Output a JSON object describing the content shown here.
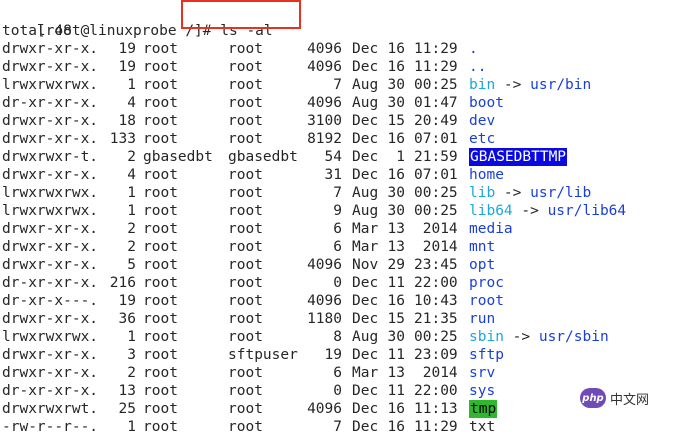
{
  "prompt": "[root@linuxprobe /]#",
  "command": " ls -al",
  "total": "total 48",
  "colors": {
    "directory": "#1a3fd9",
    "symlink": "#1aa9d6",
    "sticky_bg": "#0a0ae0",
    "tmp_bg": "#2eb82e",
    "highlight_box": "#e8321f"
  },
  "entries": [
    {
      "perm": "drwxr-xr-x.",
      "links": "19",
      "owner": "root",
      "group": "root",
      "size": "4096",
      "month": "Dec",
      "day": "16",
      "time": "11:29",
      "name": "."
    },
    {
      "perm": "drwxr-xr-x.",
      "links": "19",
      "owner": "root",
      "group": "root",
      "size": "4096",
      "month": "Dec",
      "day": "16",
      "time": "11:29",
      "name": ".."
    },
    {
      "perm": "lrwxrwxrwx.",
      "links": "1",
      "owner": "root",
      "group": "root",
      "size": "7",
      "month": "Aug",
      "day": "30",
      "time": "00:25",
      "name": "bin",
      "target": "usr/bin"
    },
    {
      "perm": "dr-xr-xr-x.",
      "links": "4",
      "owner": "root",
      "group": "root",
      "size": "4096",
      "month": "Aug",
      "day": "30",
      "time": "01:47",
      "name": "boot"
    },
    {
      "perm": "drwxr-xr-x.",
      "links": "18",
      "owner": "root",
      "group": "root",
      "size": "3100",
      "month": "Dec",
      "day": "15",
      "time": "20:49",
      "name": "dev"
    },
    {
      "perm": "drwxr-xr-x.",
      "links": "133",
      "owner": "root",
      "group": "root",
      "size": "8192",
      "month": "Dec",
      "day": "16",
      "time": "07:01",
      "name": "etc"
    },
    {
      "perm": "drwxrwxr-t.",
      "links": "2",
      "owner": "gbasedbt",
      "group": "gbasedbt",
      "size": "54",
      "month": "Dec",
      "day": "1",
      "time": "21:59",
      "name": "GBASEDBTTMP"
    },
    {
      "perm": "drwxr-xr-x.",
      "links": "4",
      "owner": "root",
      "group": "root",
      "size": "31",
      "month": "Dec",
      "day": "16",
      "time": "07:01",
      "name": "home"
    },
    {
      "perm": "lrwxrwxrwx.",
      "links": "1",
      "owner": "root",
      "group": "root",
      "size": "7",
      "month": "Aug",
      "day": "30",
      "time": "00:25",
      "name": "lib",
      "target": "usr/lib"
    },
    {
      "perm": "lrwxrwxrwx.",
      "links": "1",
      "owner": "root",
      "group": "root",
      "size": "9",
      "month": "Aug",
      "day": "30",
      "time": "00:25",
      "name": "lib64",
      "target": "usr/lib64"
    },
    {
      "perm": "drwxr-xr-x.",
      "links": "2",
      "owner": "root",
      "group": "root",
      "size": "6",
      "month": "Mar",
      "day": "13",
      "time": " 2014",
      "name": "media"
    },
    {
      "perm": "drwxr-xr-x.",
      "links": "2",
      "owner": "root",
      "group": "root",
      "size": "6",
      "month": "Mar",
      "day": "13",
      "time": " 2014",
      "name": "mnt"
    },
    {
      "perm": "drwxr-xr-x.",
      "links": "5",
      "owner": "root",
      "group": "root",
      "size": "4096",
      "month": "Nov",
      "day": "29",
      "time": "23:45",
      "name": "opt"
    },
    {
      "perm": "dr-xr-xr-x.",
      "links": "216",
      "owner": "root",
      "group": "root",
      "size": "0",
      "month": "Dec",
      "day": "11",
      "time": "22:00",
      "name": "proc"
    },
    {
      "perm": "dr-xr-x---.",
      "links": "19",
      "owner": "root",
      "group": "root",
      "size": "4096",
      "month": "Dec",
      "day": "16",
      "time": "10:43",
      "name": "root"
    },
    {
      "perm": "drwxr-xr-x.",
      "links": "36",
      "owner": "root",
      "group": "root",
      "size": "1180",
      "month": "Dec",
      "day": "15",
      "time": "21:35",
      "name": "run"
    },
    {
      "perm": "lrwxrwxrwx.",
      "links": "1",
      "owner": "root",
      "group": "root",
      "size": "8",
      "month": "Aug",
      "day": "30",
      "time": "00:25",
      "name": "sbin",
      "target": "usr/sbin"
    },
    {
      "perm": "drwxr-xr-x.",
      "links": "3",
      "owner": "root",
      "group": "sftpuser",
      "size": "19",
      "month": "Dec",
      "day": "11",
      "time": "23:09",
      "name": "sftp"
    },
    {
      "perm": "drwxr-xr-x.",
      "links": "2",
      "owner": "root",
      "group": "root",
      "size": "6",
      "month": "Mar",
      "day": "13",
      "time": " 2014",
      "name": "srv"
    },
    {
      "perm": "dr-xr-xr-x.",
      "links": "13",
      "owner": "root",
      "group": "root",
      "size": "0",
      "month": "Dec",
      "day": "11",
      "time": "22:00",
      "name": "sys"
    },
    {
      "perm": "drwxrwxrwt.",
      "links": "25",
      "owner": "root",
      "group": "root",
      "size": "4096",
      "month": "Dec",
      "day": "16",
      "time": "11:13",
      "name": "tmp"
    },
    {
      "perm": "-rw-r--r--.",
      "links": "1",
      "owner": "root",
      "group": "root",
      "size": "7",
      "month": "Dec",
      "day": "16",
      "time": "11:29",
      "name": "txt"
    }
  ],
  "watermark": {
    "logo": "php",
    "text": "中文网"
  }
}
